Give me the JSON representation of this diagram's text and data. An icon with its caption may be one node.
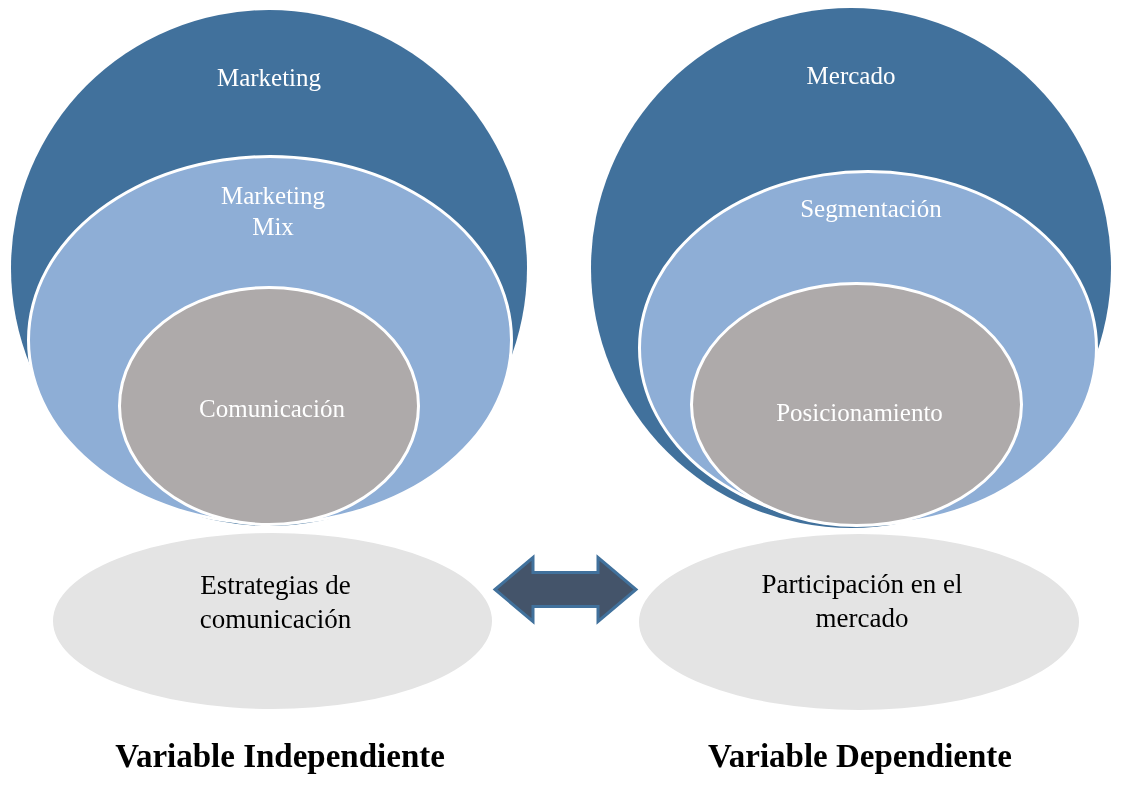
{
  "diagram": {
    "nodes": [
      {
        "text": [
          "Marketing"
        ]
      },
      {
        "text": [
          "Marketing Mix"
        ],
        "in": 0
      },
      {
        "text": [
          "Comunicación"
        ],
        "in": 1
      },
      {
        "text": [
          "Estrategias de comunicación"
        ]
      },
      {
        "text": [
          "Mercado"
        ]
      },
      {
        "text": [
          "Segmentación"
        ],
        "in": 4
      },
      {
        "text": [
          "Posicionamiento"
        ],
        "in": 5
      },
      {
        "text": [
          "Participación en el mercado"
        ]
      }
    ],
    "edges": [
      {
        "from": 3,
        "to": 7,
        "arrow": "both",
        "style": "thick"
      }
    ],
    "labels": [
      "Variable Independiente",
      "Variable Dependiente"
    ]
  }
}
